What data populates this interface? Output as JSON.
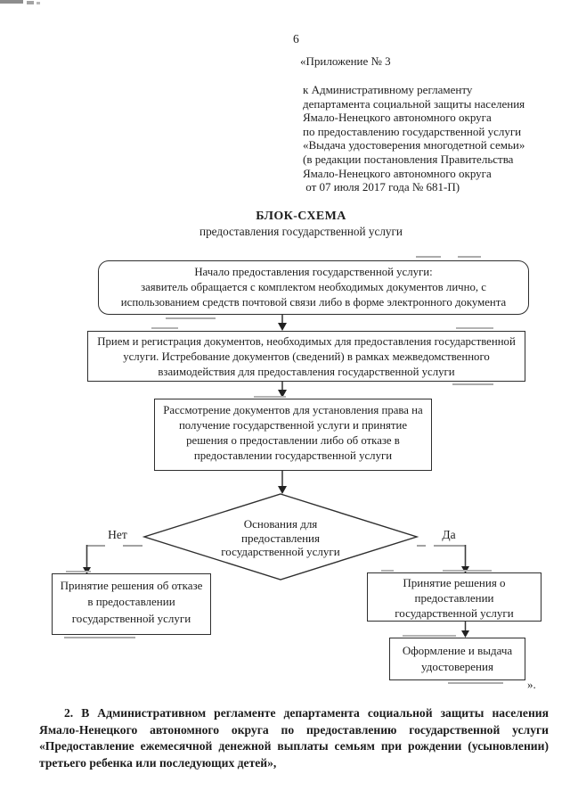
{
  "document": {
    "page_number": "6",
    "appendix": "«Приложение № 3",
    "header_lines": [
      "к Административному регламенту",
      "департамента социальной защиты населения",
      "Ямало-Ненецкого автономного округа",
      "по предоставлению государственной услуги",
      "«Выдача удостоверения многодетной семьи»",
      "(в редакции постановления Правительства",
      "Ямало-Ненецкого автономного округа",
      " от 07 июля 2017 года № 681-П)"
    ],
    "paragraph_2": "2. В Административном регламенте департамента социальной защиты населения Ямало-Ненецкого автономного округа по предоставлению государственной услуги «Предоставление ежемесячной денежной выплаты семьям при рождении (усыновлении) третьего ребенка или последующих детей»,",
    "ink_color": "#1d1d1d",
    "border_color": "#2e2e2e",
    "connector_gray": "#a2a2a2"
  },
  "flowchart": {
    "title": "БЛОК-СХЕМА",
    "subtitle": "предоставления государственной услуги",
    "start": {
      "lines": [
        "Начало предоставления государственной услуги:",
        "заявитель обращается с комплектом необходимых документов лично, с",
        "использованием средств почтовой связи либо в форме электронного документа"
      ]
    },
    "intake": {
      "lines": [
        "Прием и регистрация документов, необходимых для предоставления государственной",
        "услуги. Истребование документов (сведений) в рамках межведомственного",
        "взаимодействия для предоставления государственной услуги"
      ]
    },
    "review": {
      "lines": [
        "Рассмотрение документов для установления права на",
        "получение государственной услуги и принятие",
        "решения о предоставлении либо об отказе в",
        "предоставлении государственной услуги"
      ]
    },
    "decision": {
      "lines": [
        "Основания для",
        "предоставления",
        "государственной услуги"
      ],
      "no_label": "Нет",
      "yes_label": "Да"
    },
    "refuse": {
      "lines": [
        "Принятие решения об отказе",
        "в предоставлении",
        "государственной услуги"
      ]
    },
    "grant": {
      "lines": [
        "Принятие решения о",
        "предоставлении",
        "государственной услуги"
      ]
    },
    "issue": {
      "lines": [
        "Оформление и выдача",
        "удостоверения"
      ]
    },
    "closing_mark": "»."
  }
}
